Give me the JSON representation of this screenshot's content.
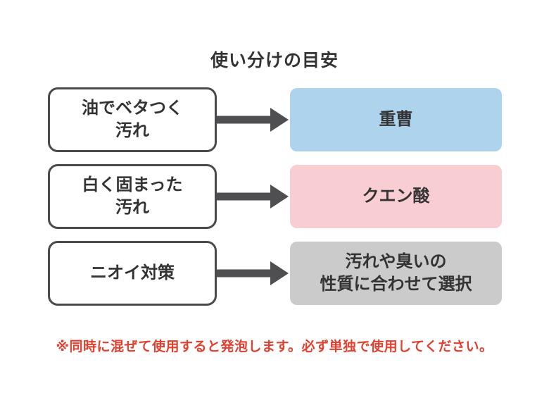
{
  "title": "使い分けの目安",
  "rows": [
    {
      "condition_lines": [
        "油でベタつく",
        "汚れ"
      ],
      "result_lines": [
        "重曹"
      ],
      "color": "#aed3ed"
    },
    {
      "condition_lines": [
        "白く固まった",
        "汚れ"
      ],
      "result_lines": [
        "クエン酸"
      ],
      "color": "#f9ced2"
    },
    {
      "condition_lines": [
        "ニオイ対策"
      ],
      "result_lines": [
        "汚れや臭いの",
        "性質に合わせて選択"
      ],
      "color": "#cbcbcb"
    }
  ],
  "note": "※同時に混ぜて使用すると発泡します。必ず単独で使用してください。",
  "colors": {
    "border": "#4a4a4d",
    "arrow": "#4f4f52",
    "text": "#333333",
    "note_red": "#e0402f",
    "baking_soda_blue": "#aed3ed",
    "citric_acid_pink": "#f9ced2",
    "neutral_gray": "#cbcbcb"
  }
}
